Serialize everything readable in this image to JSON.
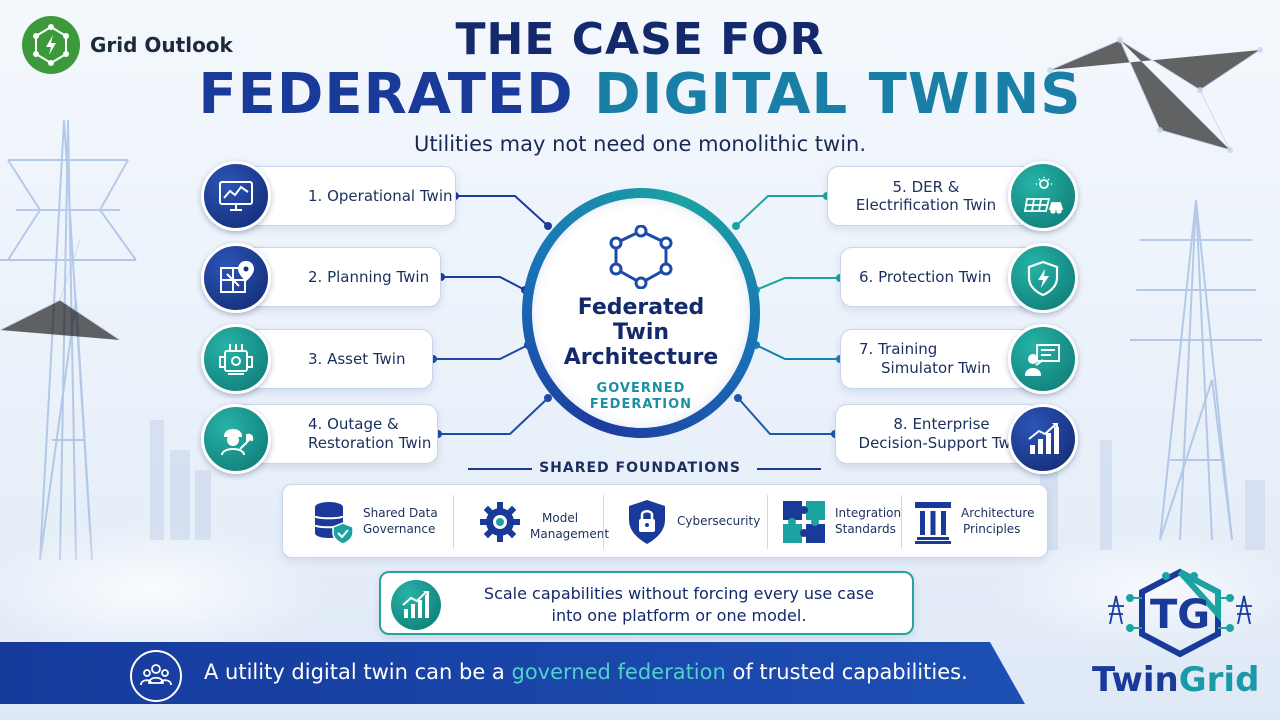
{
  "brand": {
    "name": "Grid Outlook"
  },
  "title": {
    "line1": "THE CASE FOR",
    "line2_a": "FEDERATED",
    "line2_b": "DIGITAL TWINS"
  },
  "subtitle": "Utilities may not need one monolithic twin.",
  "center": {
    "title_1": "Federated",
    "title_2": "Twin",
    "title_3": "Architecture",
    "sub_1": "GOVERNED",
    "sub_2": "FEDERATION"
  },
  "twins_left": [
    {
      "num": "1.",
      "line1": "Operational Twin",
      "line2": "",
      "icon": "monitor-chart-icon"
    },
    {
      "num": "2.",
      "line1": "Planning Twin",
      "line2": "",
      "icon": "map-pin-icon"
    },
    {
      "num": "3.",
      "line1": "Asset Twin",
      "line2": "",
      "icon": "transformer-icon"
    },
    {
      "num": "4.",
      "line1": "Outage &",
      "line2": "Restoration Twin",
      "icon": "worker-wrench-icon"
    }
  ],
  "twins_right": [
    {
      "num": "5.",
      "line1": "DER &",
      "line2": "Electrification Twin",
      "icon": "solar-ev-icon"
    },
    {
      "num": "6.",
      "line1": "Protection Twin",
      "line2": "",
      "icon": "shield-bolt-icon"
    },
    {
      "num": "7.",
      "line1": "Training",
      "line2": "Simulator Twin",
      "icon": "presenter-board-icon"
    },
    {
      "num": "8.",
      "line1": "Enterprise",
      "line2": "Decision-Support Twin",
      "icon": "bar-chart-icon"
    }
  ],
  "foundations": {
    "label": "SHARED FOUNDATIONS",
    "items": [
      {
        "line1": "Shared Data",
        "line2": "Governance",
        "icon": "database-shield-icon"
      },
      {
        "line1": "Model",
        "line2": "Management",
        "icon": "gear-icon"
      },
      {
        "line1": "Cybersecurity",
        "line2": "",
        "icon": "shield-lock-icon"
      },
      {
        "line1": "Integration",
        "line2": "Standards",
        "icon": "puzzle-icon"
      },
      {
        "line1": "Architecture",
        "line2": "Principles",
        "icon": "pillar-icon"
      }
    ]
  },
  "scale": {
    "line1": "Scale capabilities without forcing every use case",
    "line2": "into one platform or one model."
  },
  "banner": {
    "text_a": "A utility digital twin can be a",
    "text_hl": "governed federation",
    "text_b": "of trusted capabilities."
  },
  "logo": {
    "mark": "TG",
    "name_a": "Twin",
    "name_b": "Grid"
  },
  "colors": {
    "navy": "#13296b",
    "teal": "#1a9aa6",
    "banner": "#1a3a9a"
  }
}
